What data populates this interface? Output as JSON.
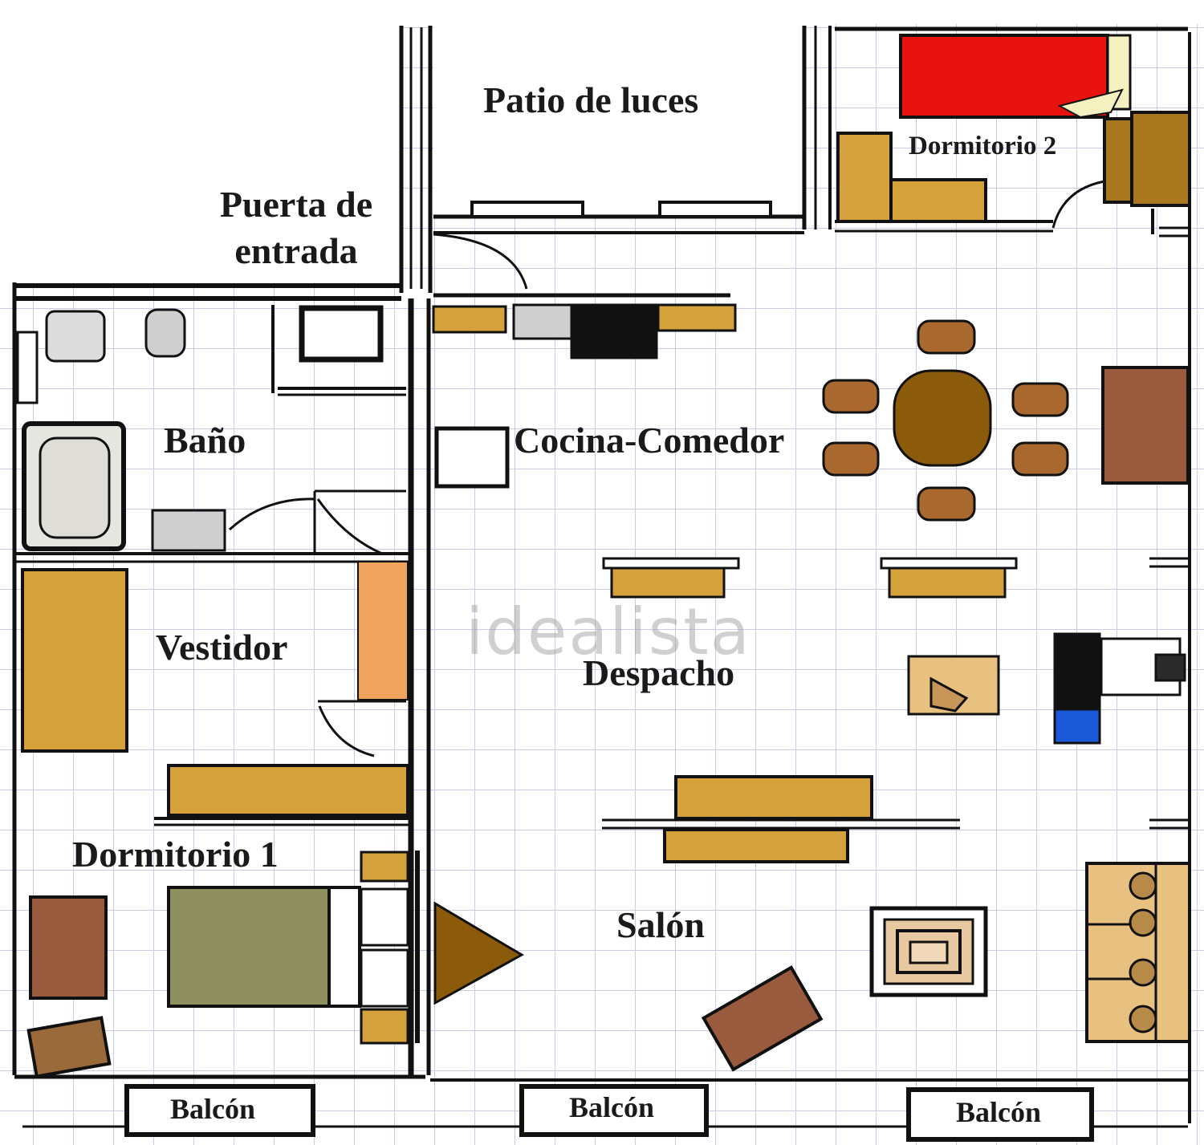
{
  "rooms": {
    "patio": "Patio de luces",
    "entrance_line1": "Puerta de",
    "entrance_line2": "entrada",
    "dorm2": "Dormitorio 2",
    "bath": "Baño",
    "kitchen": "Cocina-Comedor",
    "dressing": "Vestidor",
    "office": "Despacho",
    "dorm1": "Dormitorio 1",
    "living": "Salón",
    "balcony_1": "Balcón",
    "balcony_2": "Balcón",
    "balcony_3": "Balcón"
  },
  "watermark": "idealista",
  "colors": {
    "grid": "#c8cce8",
    "wall": "#111111",
    "wood": "#d4a13a",
    "bed_red": "#e8120f",
    "bed_green": "#8e8f5f",
    "brown_table": "#9a5a3e",
    "dining": "#8b5a0a",
    "orange": "#f0a35c",
    "blue_device": "#1a5ad8"
  }
}
